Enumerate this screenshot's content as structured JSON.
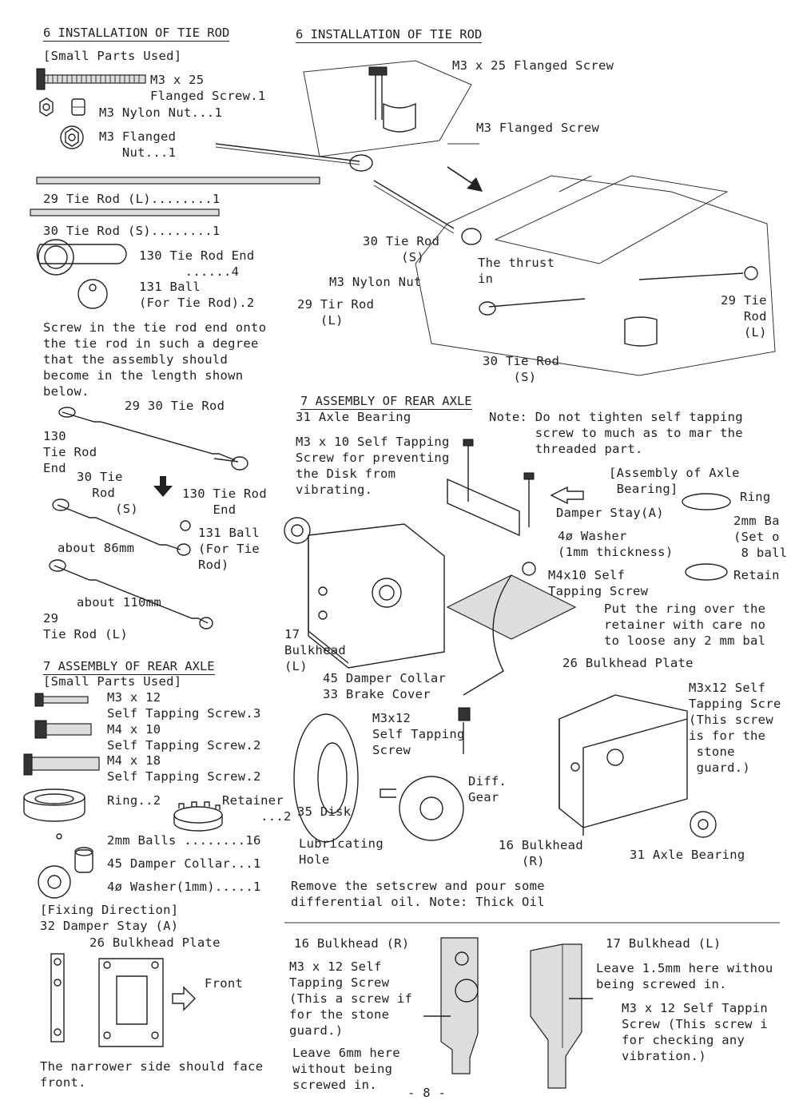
{
  "left": {
    "heading_tie_rod": "6 INSTALLATION OF TIE ROD",
    "small_parts_1": "[Small Parts Used]",
    "p_m3x25": "M3 x 25\nFlanged Screw.1",
    "p_nylon_nut": "M3 Nylon Nut...1",
    "p_flanged_nut": "M3 Flanged\n   Nut...1",
    "p_29": "29 Tie Rod (L)........1",
    "p_30": "30 Tie Rod (S)........1",
    "p_130": "130 Tie Rod End\n      ......4",
    "p_131": "131 Ball\n(For Tie Rod).2",
    "instruction": "Screw in the tie rod end onto\nthe tie rod in such a degree\nthat the assembly should\nbecome in the length shown\nbelow.",
    "d_tie_rod": "29 30 Tie Rod",
    "d_130_end": "130\nTie Rod\nEnd",
    "d_30_tie": "30 Tie\n  Rod\n     (S)",
    "d_130_end_b": "130 Tie Rod\n    End",
    "d_131": "131 Ball\n(For Tie\nRod)",
    "d_about86": "about 86mm",
    "d_about110": "about 110mm",
    "d_29_l": "29\nTie Rod (L)",
    "heading_rear_axle": "7 ASSEMBLY OF REAR AXLE",
    "small_parts_2": "[Small Parts Used]",
    "p_m3x12": "M3 x 12\nSelf Tapping Screw.3",
    "p_m4x10": "M4 x 10\nSelf Tapping Screw.2",
    "p_m4x18": "M4 x 18\nSelf Tapping Screw.2",
    "p_ring": "Ring..2",
    "p_retainer": "Retainer\n     ...2",
    "p_balls": "2mm Balls ........16",
    "p_45": "45 Damper Collar...1",
    "p_washer": "4ø Washer(1mm).....1",
    "fixing": "[Fixing Direction]",
    "f_32": "32 Damper Stay (A)",
    "f_26": "26 Bulkhead Plate",
    "f_front": "Front",
    "f_note": "The narrower side should face\nfront."
  },
  "right_top": {
    "heading": "6 INSTALLATION OF TIE ROD",
    "m3x25": "M3 x 25 Flanged Screw",
    "m3_flanged": "M3 Flanged Screw",
    "r30": "30 Tie Rod\n     (S)",
    "thrust": "The thrust\nin",
    "nylon": "M3 Nylon Nut",
    "r29_tir": "29 Tir Rod\n   (L)",
    "r29_right": "29 Tie\n   Rod\n   (L)",
    "r30_b": "30 Tie Rod\n    (S)"
  },
  "right_mid": {
    "heading": "7 ASSEMBLY OF REAR AXLE",
    "axle_bearing": "31 Axle Bearing",
    "note": "Note: Do not tighten self tapping\n      screw to much as to mar the\n      threaded part.",
    "m3x10": "M3 x 10 Self Tapping\nScrew for preventing\nthe Disk from\nvibrating.",
    "assy_axle": "[Assembly of Axle\n Bearing]",
    "ring": "Ring",
    "twomm": "2mm Ba\n(Set o\n 8 ball",
    "retain": "Retain",
    "damper_stay": "Damper Stay(A)",
    "washer": "4ø Washer\n(1mm thickness)",
    "m4x10": "M4x10 Self\nTapping Screw",
    "put_ring": "Put the ring over the\nretainer with care no\nto loose any 2 mm bal",
    "bulkhead_17": "17\nBulkhead\n(L)",
    "bulkhead_plate": "26 Bulkhead Plate",
    "damper_collar": "45 Damper Collar",
    "brake_cover": "33 Brake Cover",
    "m3x12_a": "M3x12\nSelf Tapping\nScrew",
    "m3x12_b": "M3x12 Self\nTapping Scre\n(This screw\nis for the\n stone\n guard.)",
    "diff": "Diff.\nGear",
    "disk": "35 Disk",
    "lub": "Lubricating\nHole",
    "bulk_16": "16 Bulkhead\n   (R)",
    "axle_31": "31 Axle Bearing",
    "remove": "Remove the setscrew and pour some\ndifferential oil. Note: Thick Oil"
  },
  "bottom": {
    "b16": "16 Bulkhead (R)",
    "m3x12_left": "M3 x 12 Self\nTapping Screw\n(This a screw if\nfor the stone\nguard.)",
    "leave6": "Leave 6mm here\nwithout being\nscrewed in.",
    "b17": "17 Bulkhead (L)",
    "leave15": "Leave 1.5mm here withou\nbeing screwed in.",
    "m3x12_right": "M3 x 12 Self Tappin\nScrew (This screw i\nfor checking any\nvibration.)",
    "page": "- 8 -"
  }
}
